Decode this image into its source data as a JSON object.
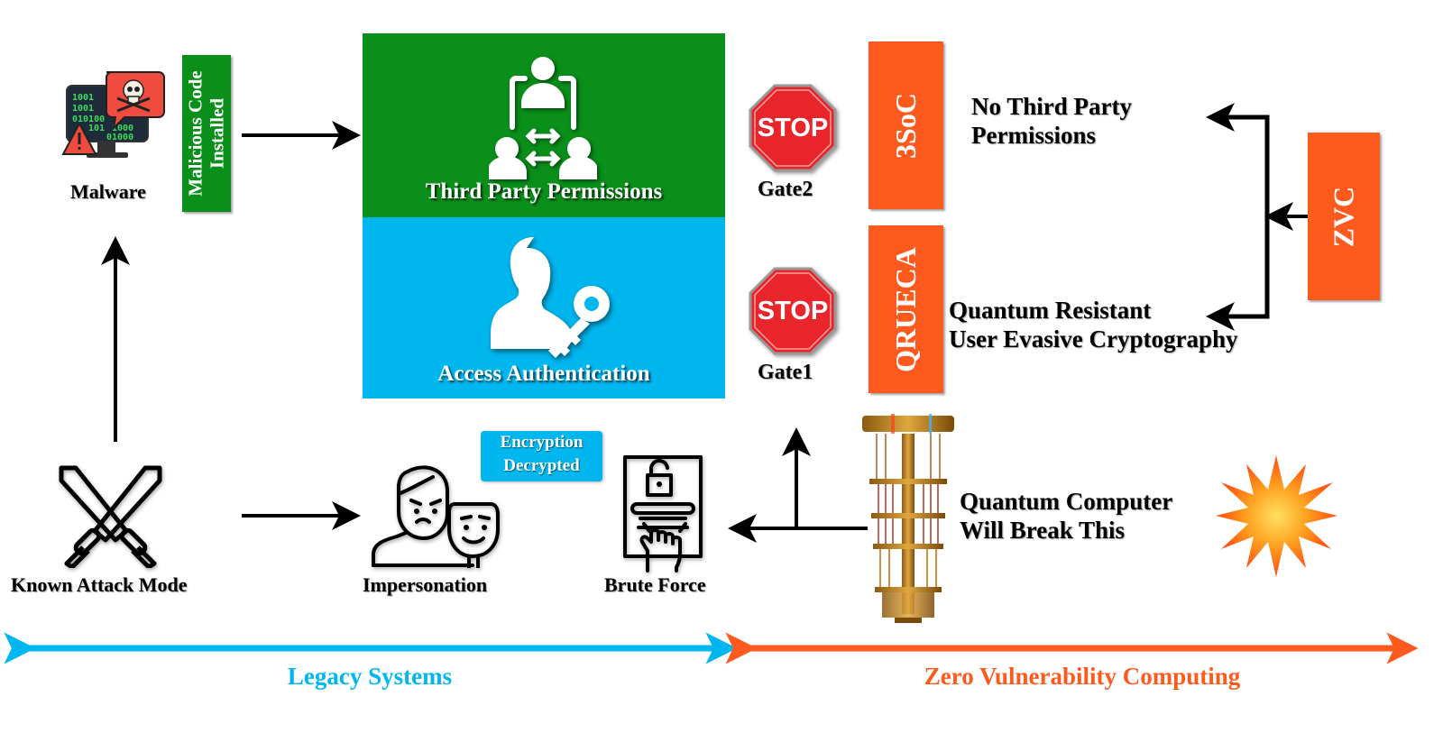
{
  "colors": {
    "green": "#0a8f1a",
    "blue": "#00b6ee",
    "orange": "#ff5a1e",
    "stop_red": "#e8252b"
  },
  "malware": {
    "label": "Malware",
    "icon": "malware-computer-skull-icon",
    "binary_lines": [
      "1001",
      "1001",
      "010100",
      "101",
      "1000",
      "01000"
    ]
  },
  "malicious_code": {
    "line1": "Malicious Code",
    "line2": "Installed"
  },
  "third_party": {
    "label": "Third Party Permissions",
    "icon": "people-exchange-icon"
  },
  "access_auth": {
    "label": "Access Authentication",
    "icon": "user-key-icon"
  },
  "gates": [
    {
      "label": "Gate2",
      "sign": "STOP"
    },
    {
      "label": "Gate1",
      "sign": "STOP"
    }
  ],
  "boxes": {
    "soc": "3SoC",
    "queca": "QRUECA",
    "zvc": "ZVC"
  },
  "right_labels": {
    "no_third_party": [
      "No Third Party",
      "Permissions"
    ],
    "quantum_resistant": [
      "Quantum Resistant",
      "User Evasive Cryptography"
    ]
  },
  "known_attack": {
    "label": "Known Attack Mode",
    "icon": "crossed-swords-icon"
  },
  "impersonation": {
    "label": "Impersonation",
    "icon": "person-mask-icon"
  },
  "encryption": {
    "line1": "Encryption",
    "line2": "Decrypted"
  },
  "brute_force": {
    "label": "Brute Force",
    "icon": "hand-unlock-icon"
  },
  "quantum_computer": {
    "line1": "Quantum Computer",
    "line2": "Will Break This",
    "icon": "quantum-computer-chandelier-icon"
  },
  "footer": {
    "legacy": "Legacy Systems",
    "zvc": "Zero Vulnerability Computing"
  }
}
